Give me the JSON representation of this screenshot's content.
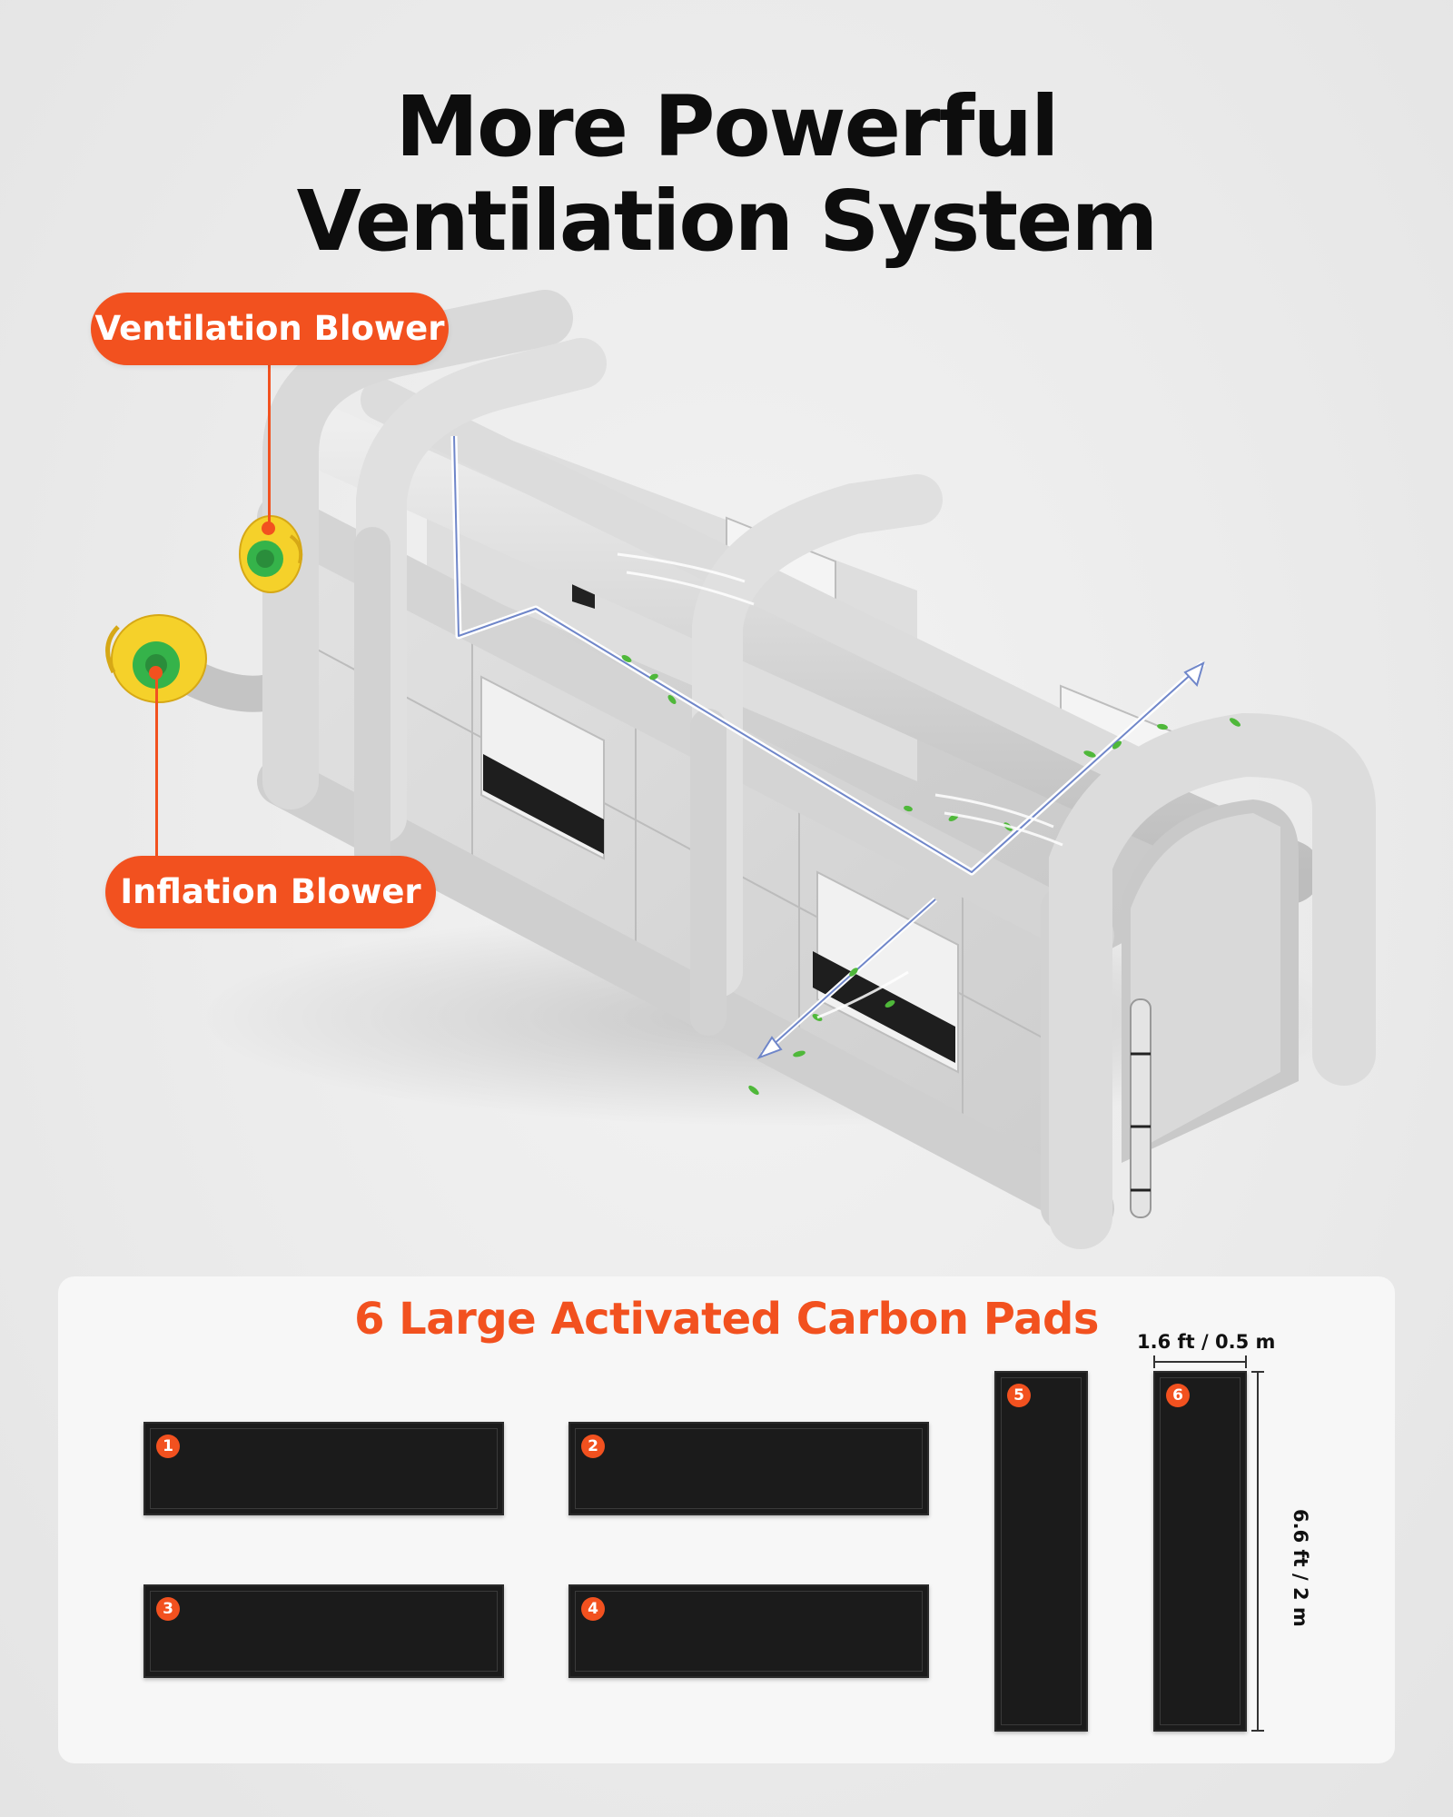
{
  "title": {
    "line1": "More Powerful",
    "line2": "Ventilation System"
  },
  "callouts": {
    "ventilation_blower": "Ventilation Blower",
    "inflation_blower": "Inflation Blower"
  },
  "carbon_section": {
    "title": "6 Large Activated Carbon Pads",
    "pads": [
      "1",
      "2",
      "3",
      "4",
      "5",
      "6"
    ],
    "width_label": "1.6 ft / 0.5 m",
    "height_label": "6.6 ft / 2 m"
  },
  "colors": {
    "accent": "#f2511f",
    "pad": "#1b1b1b",
    "blower_yellow": "#f5d12a",
    "blower_green": "#35b34a"
  }
}
